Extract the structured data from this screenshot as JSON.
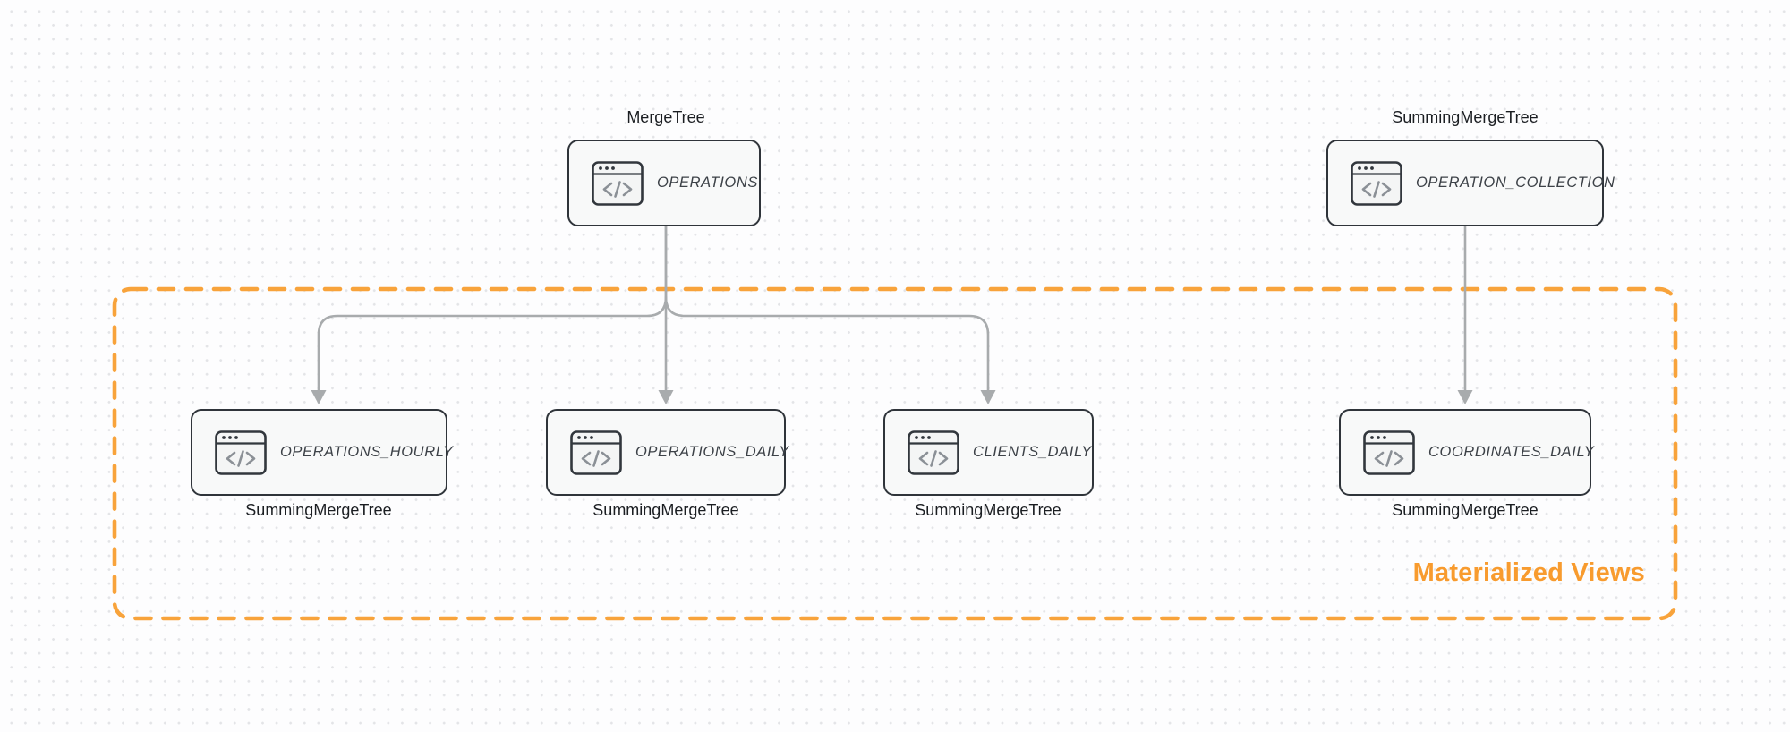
{
  "diagram": {
    "group": {
      "label": "Materialized Views",
      "border_color": "#f8a33b",
      "label_color": "#f89b2e"
    },
    "nodes": [
      {
        "id": "operations",
        "label": "OPERATIONS",
        "engine": "MergeTree",
        "engine_position": "above",
        "icon": "code-window-icon"
      },
      {
        "id": "operation-collection",
        "label": "OPERATION_COLLECTION",
        "engine": "SummingMergeTree",
        "engine_position": "above",
        "icon": "code-window-icon"
      },
      {
        "id": "operations-hourly",
        "label": "OPERATIONS_HOURLY",
        "engine": "SummingMergeTree",
        "engine_position": "below",
        "icon": "code-window-icon"
      },
      {
        "id": "operations-daily",
        "label": "OPERATIONS_DAILY",
        "engine": "SummingMergeTree",
        "engine_position": "below",
        "icon": "code-window-icon"
      },
      {
        "id": "clients-daily",
        "label": "CLIENTS_DAILY",
        "engine": "SummingMergeTree",
        "engine_position": "below",
        "icon": "code-window-icon"
      },
      {
        "id": "coordinates-daily",
        "label": "COORDINATES_DAILY",
        "engine": "SummingMergeTree",
        "engine_position": "below",
        "icon": "code-window-icon"
      }
    ],
    "edges": [
      {
        "from": "operations",
        "to": "operations-hourly"
      },
      {
        "from": "operations",
        "to": "operations-daily"
      },
      {
        "from": "operations",
        "to": "clients-daily"
      },
      {
        "from": "operation-collection",
        "to": "coordinates-daily"
      }
    ],
    "colors": {
      "node_border": "#2f343a",
      "node_fill": "#f8f9f9",
      "arrow": "#a8abad",
      "background_dot": "#e3e4e7"
    }
  }
}
